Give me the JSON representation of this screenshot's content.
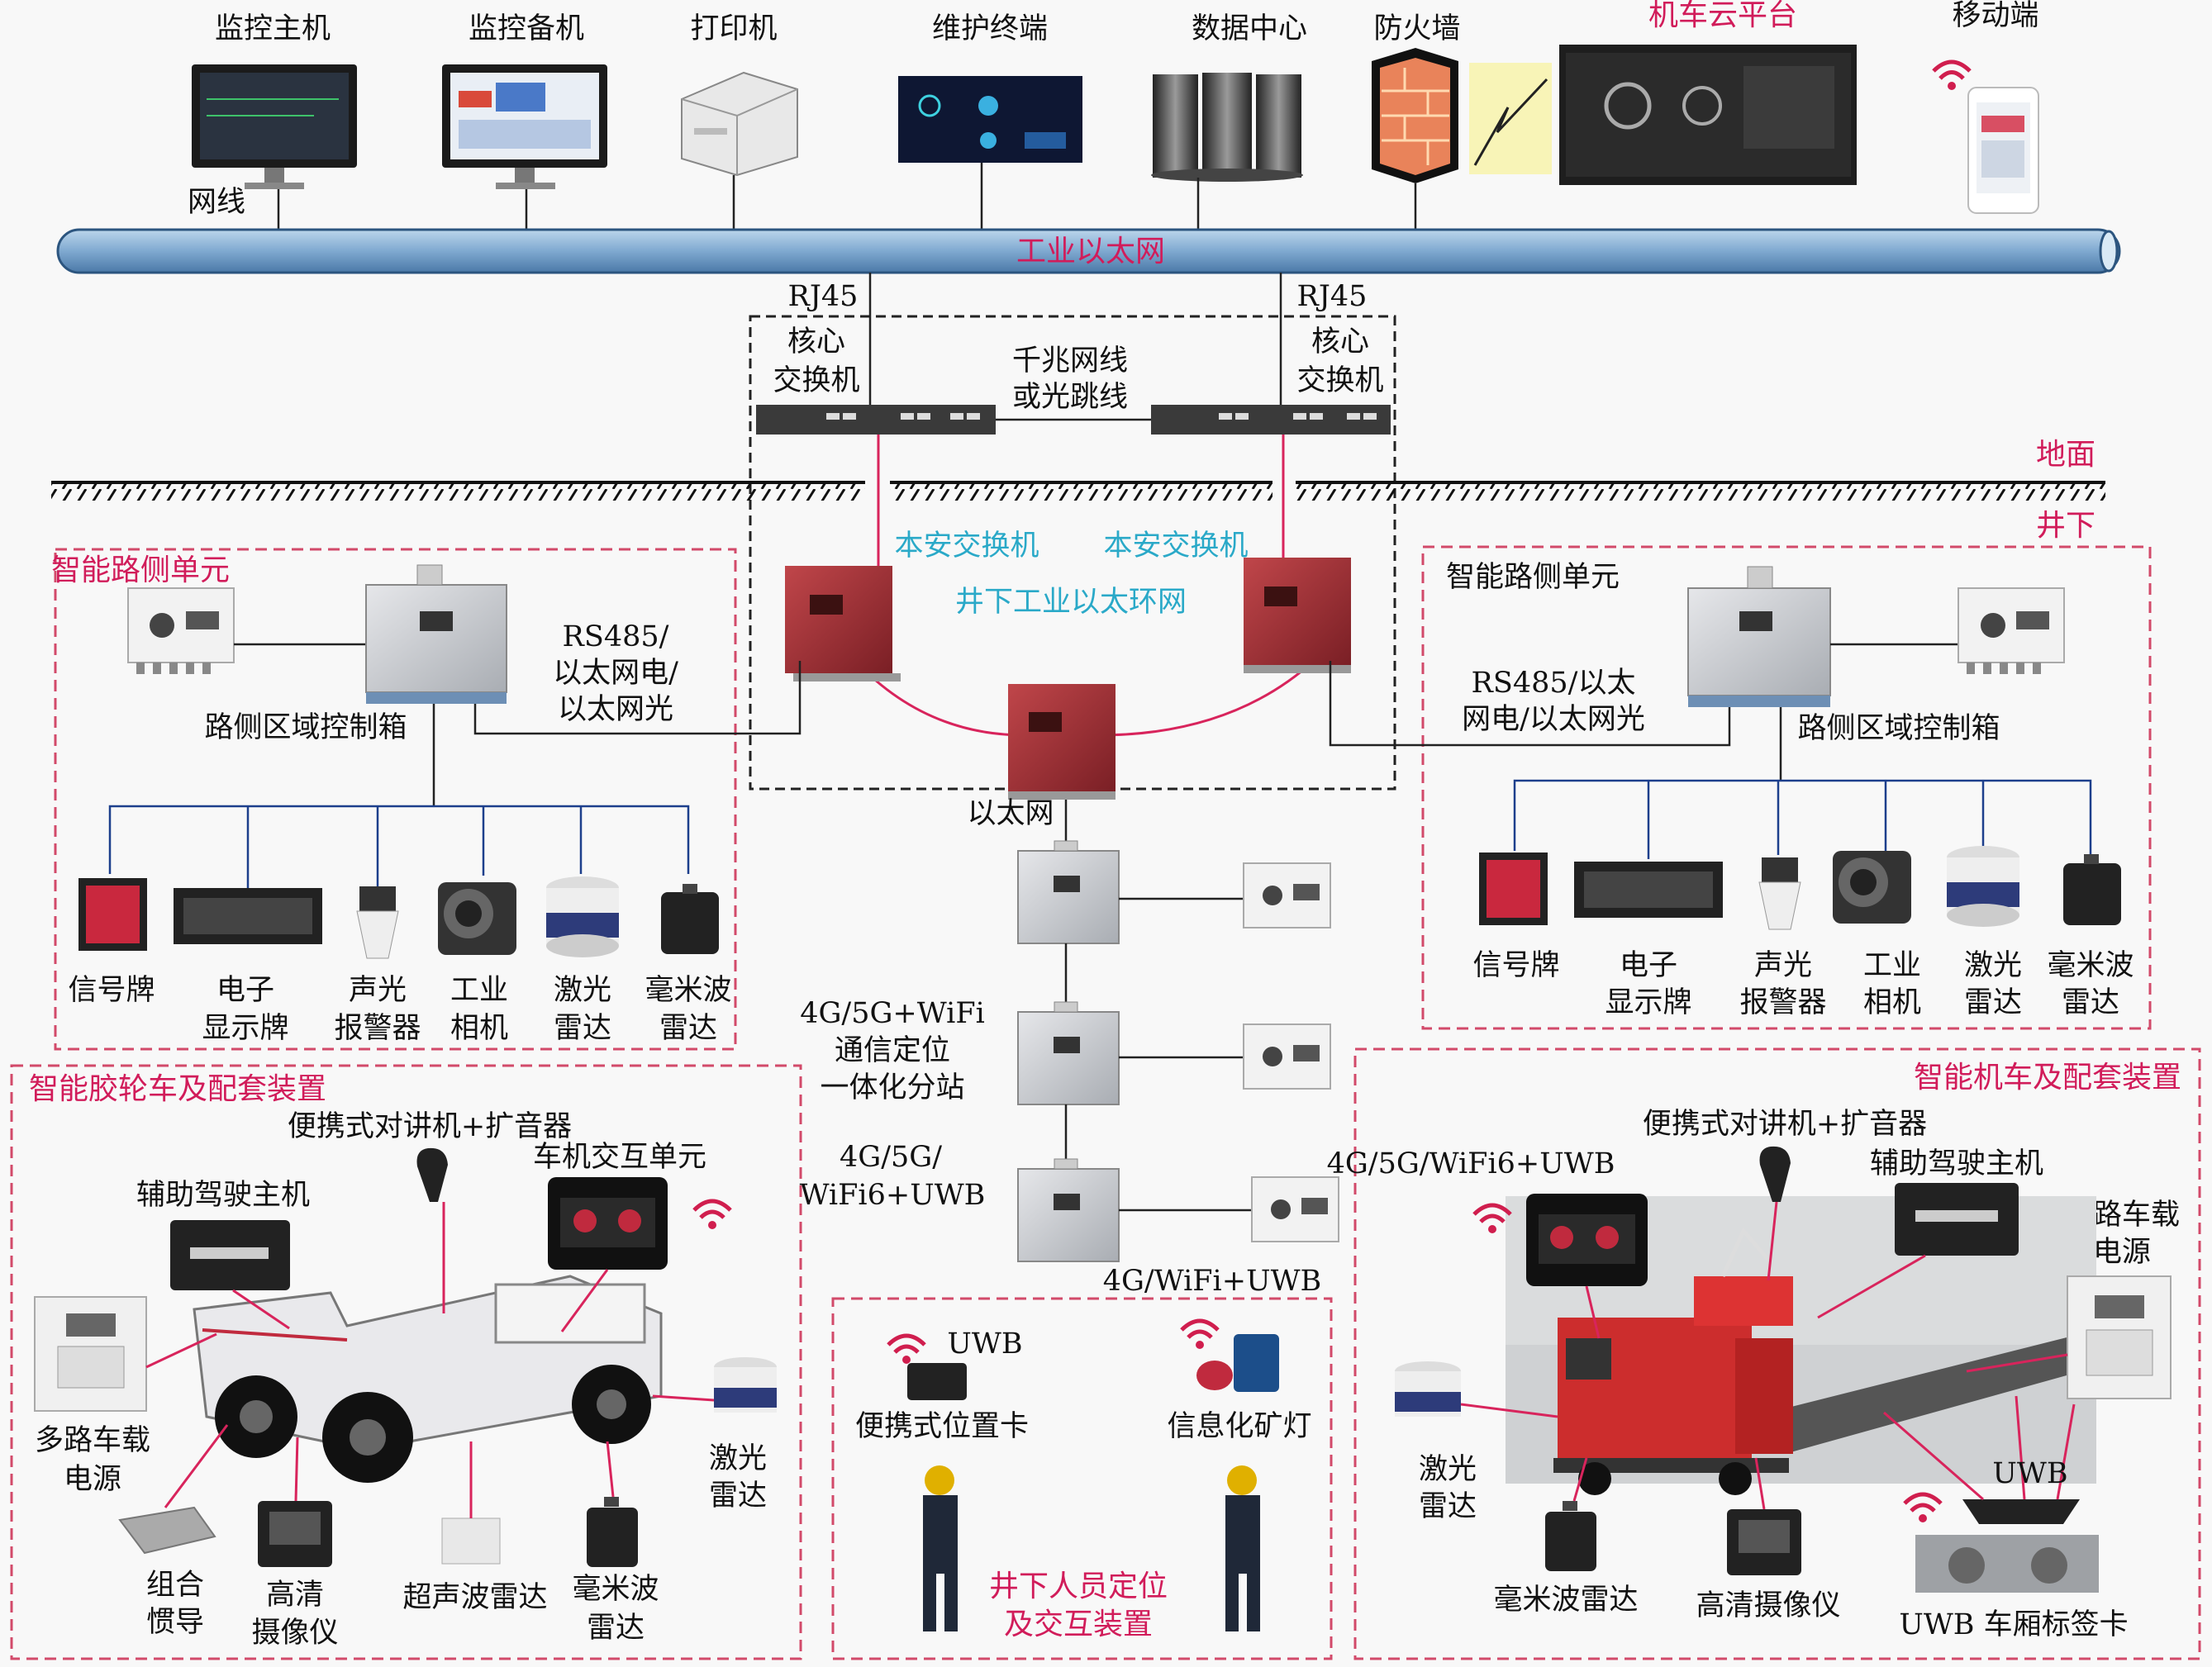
{
  "top_devices": {
    "monitor_host": "监控主机",
    "backup_host": "监控备机",
    "printer": "打印机",
    "maint_terminal": "维护终端",
    "data_center": "数据中心",
    "firewall": "防火墙",
    "cloud": "机车云平台",
    "mobile": "移动端",
    "cable": "网线"
  },
  "ethernet_bus": "工业以太网",
  "core": {
    "rj45_left": "RJ45",
    "rj45_right": "RJ45",
    "switch_left_1": "核心",
    "switch_left_2": "交换机",
    "switch_right_1": "核心",
    "switch_right_2": "交换机",
    "link_1": "千兆网线",
    "link_2": "或光跳线"
  },
  "ground": {
    "surface": "地面",
    "underground": "井下"
  },
  "ring": {
    "safe_switch_left": "本安交换机",
    "safe_switch_right": "本安交换机",
    "ring_name": "井下工业以太环网",
    "ethernet": "以太网"
  },
  "left_unit": {
    "title": "智能路侧单元",
    "box": "路侧区域控制箱",
    "link_1": "RS485/",
    "link_2": "以太网电/",
    "link_3": "以太网光",
    "devices": [
      {
        "l1": "信号牌",
        "l2": ""
      },
      {
        "l1": "电子",
        "l2": "显示牌"
      },
      {
        "l1": "声光",
        "l2": "报警器"
      },
      {
        "l1": "工业",
        "l2": "相机"
      },
      {
        "l1": "激光",
        "l2": "雷达"
      },
      {
        "l1": "毫米波",
        "l2": "雷达"
      }
    ]
  },
  "right_unit": {
    "title": "智能路侧单元",
    "box": "路侧区域控制箱",
    "link_1": "RS485/以太",
    "link_2": "网电/以太网光",
    "devices": [
      {
        "l1": "信号牌",
        "l2": ""
      },
      {
        "l1": "电子",
        "l2": "显示牌"
      },
      {
        "l1": "声光",
        "l2": "报警器"
      },
      {
        "l1": "工业",
        "l2": "相机"
      },
      {
        "l1": "激光",
        "l2": "雷达"
      },
      {
        "l1": "毫米波",
        "l2": "雷达"
      }
    ]
  },
  "center": {
    "station_1": "4G/5G+WiFi",
    "station_2": "通信定位",
    "station_3": "一体化分站",
    "wifi6_1": "4G/5G/",
    "wifi6_2": "WiFi6+UWB",
    "bottom": "4G/WiFi+UWB"
  },
  "rubber_vehicle": {
    "title": "智能胶轮车及配套装置",
    "intercom": "便携式对讲机+扩音器",
    "interaction": "车机交互单元",
    "assist": "辅助驾驶主机",
    "power_1": "多路车载",
    "power_2": "电源",
    "lidar_1": "激光",
    "lidar_2": "雷达",
    "ins_1": "组合",
    "ins_2": "惯导",
    "camera_1": "高清",
    "camera_2": "摄像仪",
    "ultrasonic": "超声波雷达",
    "mmwave_1": "毫米波",
    "mmwave_2": "雷达"
  },
  "personnel": {
    "uwb": "UWB",
    "card": "便携式位置卡",
    "lamp": "信息化矿灯",
    "title_1": "井下人员定位",
    "title_2": "及交互装置"
  },
  "locomotive": {
    "title": "智能机车及配套装置",
    "intercom": "便携式对讲机+扩音器",
    "net": "4G/5G/WiFi6+UWB",
    "assist": "辅助驾驶主机",
    "power_1": "多路车载",
    "power_2": "电源",
    "lidar_1": "激光",
    "lidar_2": "雷达",
    "mmwave": "毫米波雷达",
    "camera": "高清摄像仪",
    "uwb": "UWB",
    "tag": "UWB 车厢标签卡"
  }
}
